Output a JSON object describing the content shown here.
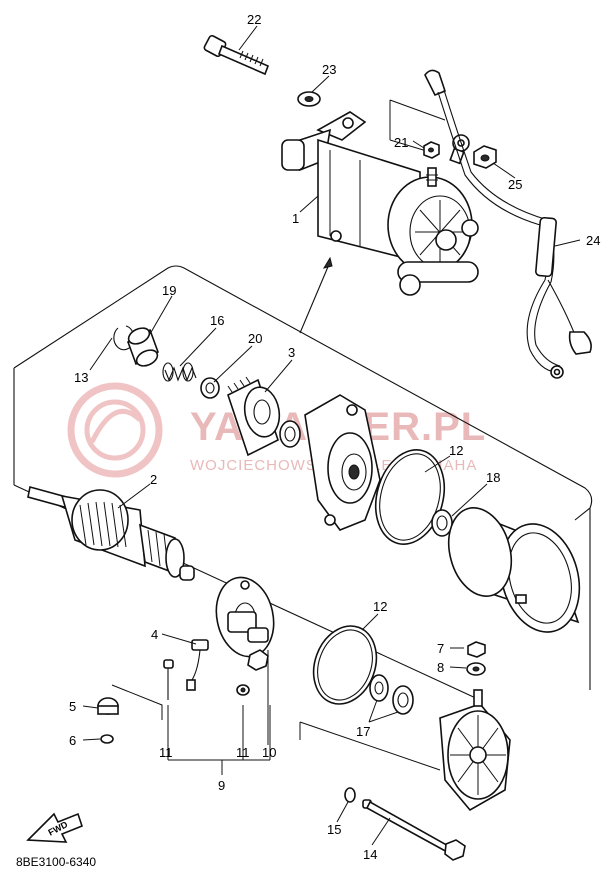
{
  "callouts": [
    {
      "n": "1"
    },
    {
      "n": "2"
    },
    {
      "n": "3"
    },
    {
      "n": "4"
    },
    {
      "n": "5"
    },
    {
      "n": "6"
    },
    {
      "n": "7"
    },
    {
      "n": "8"
    },
    {
      "n": "9"
    },
    {
      "n": "10"
    },
    {
      "n": "11"
    },
    {
      "n": "11"
    },
    {
      "n": "11"
    },
    {
      "n": "12"
    },
    {
      "n": "12"
    },
    {
      "n": "13"
    },
    {
      "n": "14"
    },
    {
      "n": "15"
    },
    {
      "n": "16"
    },
    {
      "n": "17"
    },
    {
      "n": "18"
    },
    {
      "n": "19"
    },
    {
      "n": "20"
    },
    {
      "n": "21"
    },
    {
      "n": "22"
    },
    {
      "n": "23"
    },
    {
      "n": "24"
    },
    {
      "n": "25"
    }
  ],
  "watermark": {
    "brand": "YAMAKLER.PL",
    "tagline": "WOJCIECHOWSKI DEALER YAMAHA"
  },
  "fwd_badge": "FWD",
  "diagram_code": "8BE3100-6340",
  "colors": {
    "line": "#111111",
    "watermark": "#e9b9b9",
    "background": "#ffffff"
  }
}
